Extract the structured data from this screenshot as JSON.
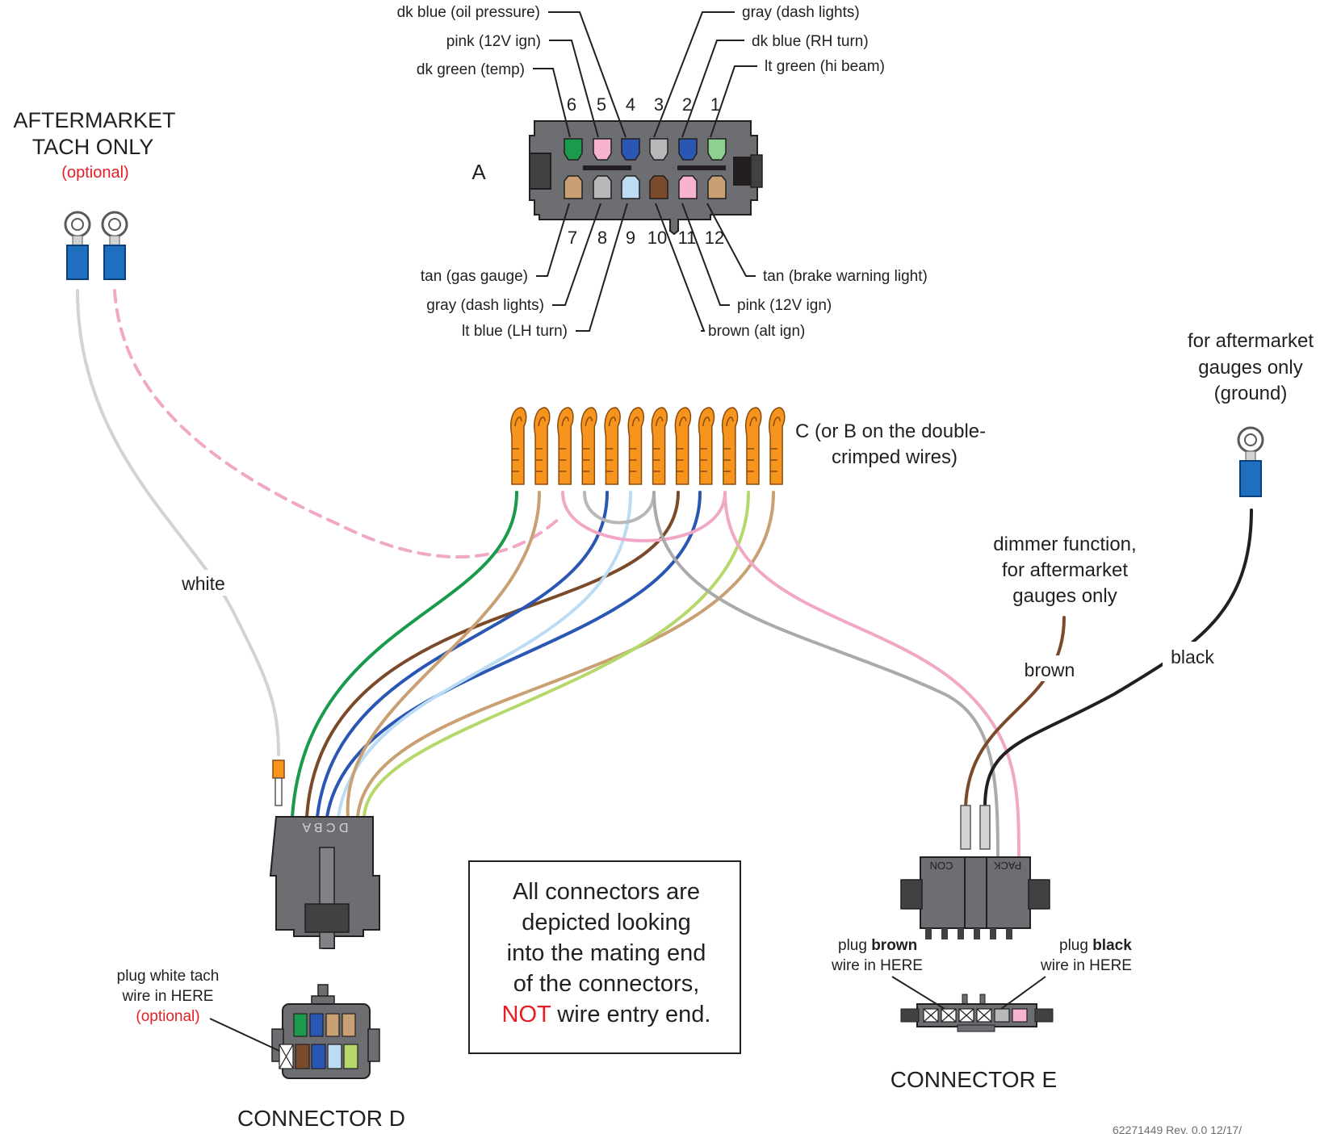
{
  "connector_a": {
    "letter": "A",
    "top_pin_numbers": [
      "6",
      "5",
      "4",
      "3",
      "2",
      "1"
    ],
    "bottom_pin_numbers": [
      "7",
      "8",
      "9",
      "10",
      "11",
      "12"
    ],
    "top_pin_colors": [
      "#1a9a4c",
      "#f8b3cf",
      "#2a56b4",
      "#b7b8ba",
      "#2a56b4",
      "#8ed08f"
    ],
    "bottom_pin_colors": [
      "#c8a073",
      "#b7b8ba",
      "#bcdcf4",
      "#7a4a2a",
      "#f8b3cf",
      "#c8a073"
    ],
    "callouts_top": [
      "dk blue (oil pressure)",
      "gray (dash lights)",
      "pink (12V ign)",
      "dk blue (RH turn)",
      "dk green (temp)",
      "lt green (hi beam)"
    ],
    "callouts_bottom": [
      "tan (gas gauge)",
      "tan (brake warning light)",
      "pink (12V ign)",
      "gray (dash lights)",
      "lt blue (LH turn)",
      "brown (alt ign)"
    ]
  },
  "tach": {
    "title_line1": "AFTERMARKET",
    "title_line2": "TACH ONLY",
    "optional": "(optional)",
    "wire_label": "white"
  },
  "terminals_c": {
    "label_line1": "C (or B on the double-",
    "label_line2": "crimped wires)"
  },
  "ground": {
    "line1": "for aftermarket",
    "line2": "gauges only",
    "line3": "(ground)",
    "wire_label": "black"
  },
  "dimmer": {
    "line1": "dimmer function,",
    "line2": "for aftermarket",
    "line3": "gauges only",
    "wire_label": "brown"
  },
  "connector_d": {
    "title": "CONNECTOR D",
    "housing_letters": "D C B A",
    "note_line1": "plug white tach",
    "note_line2": "wire in HERE",
    "note_optional": "(optional)",
    "face_top_colors": [
      "#1a9a4c",
      "#2a56b4",
      "#c8a073",
      "#c8a073"
    ],
    "face_bottom_colors": [
      "#7a4a2a",
      "#2a56b4",
      "#bcdcf4",
      "#b5d86a"
    ]
  },
  "connector_e": {
    "title": "CONNECTOR E",
    "housing_left": "CON",
    "housing_right": "PACK",
    "brown_note_pre": "plug ",
    "brown_note_bold": "brown",
    "brown_note_line2": "wire in HERE",
    "black_note_pre": "plug ",
    "black_note_bold": "black",
    "black_note_line2": "wire in HERE"
  },
  "note_box": {
    "line1": "All connectors are",
    "line2": "depicted looking",
    "line3": "into the mating end",
    "line4": "of the connectors,",
    "line5_red": "NOT",
    "line5_rest": " wire entry end."
  },
  "footer": "62271449      Rev. 0.0      12/17/"
}
